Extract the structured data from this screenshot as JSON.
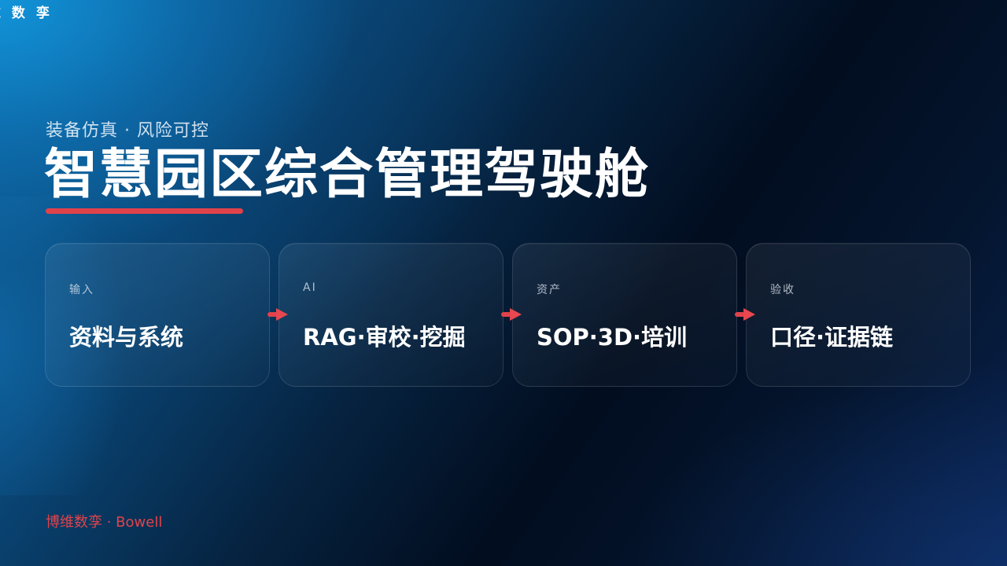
{
  "slide": {
    "corner_logo": "维 数 孪",
    "subtitle": "装备仿真 · 风险可控",
    "title": "智慧园区综合管理驾驶舱",
    "footer_brand": "博维数孪 · Bowell"
  },
  "pipeline": {
    "cards": [
      {
        "label": "输入",
        "value": "资料与系统"
      },
      {
        "label": "AI",
        "value": "RAG·审校·挖掘"
      },
      {
        "label": "资产",
        "value": "SOP·3D·培训"
      },
      {
        "label": "验收",
        "value": "口径·证据链"
      }
    ],
    "arrow_icon": "arrow-right-icon"
  },
  "colors": {
    "accent_red": "#e0424b",
    "bg_top_left": "#1296dc",
    "bg_dark": "#020d1f",
    "text_primary": "#ffffff"
  }
}
